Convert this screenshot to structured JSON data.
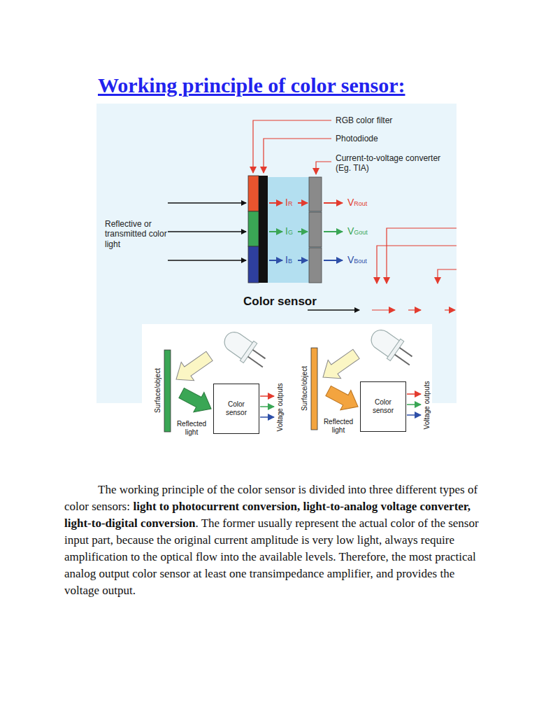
{
  "diagram": {
    "title": "Working principle of color sensor:",
    "nodes": [
      {
        "text": [
          "Color sensor"
        ]
      },
      {
        "text": [
          "Color sensor"
        ]
      }
    ],
    "labels": [
      "RGB color filter",
      "Photodiode",
      "Current-to-voltage converter (Eg. TIA)",
      "IR",
      "IG",
      "IB",
      "VRout",
      "VGout",
      "VBout",
      "Reflective or transmitted color light",
      "Color sensor",
      "Surface/object",
      "Reflected light",
      "Voltage outputs",
      "Surface/object",
      "Reflected light",
      "Voltage outputs",
      "The working principle of the color sensor is divided into three different types of color sensors:",
      "light to photocurrent conversion, light-to-analog voltage converter, light-to-digital conversion",
      ". The former usually represent the actual color of the sensor input part, because the original current amplitude is very low light, always require amplification to the optical flow into the available levels. Therefore, the most practical analog output color sensor at least one transimpedance amplifier, and provides the voltage output."
    ]
  }
}
